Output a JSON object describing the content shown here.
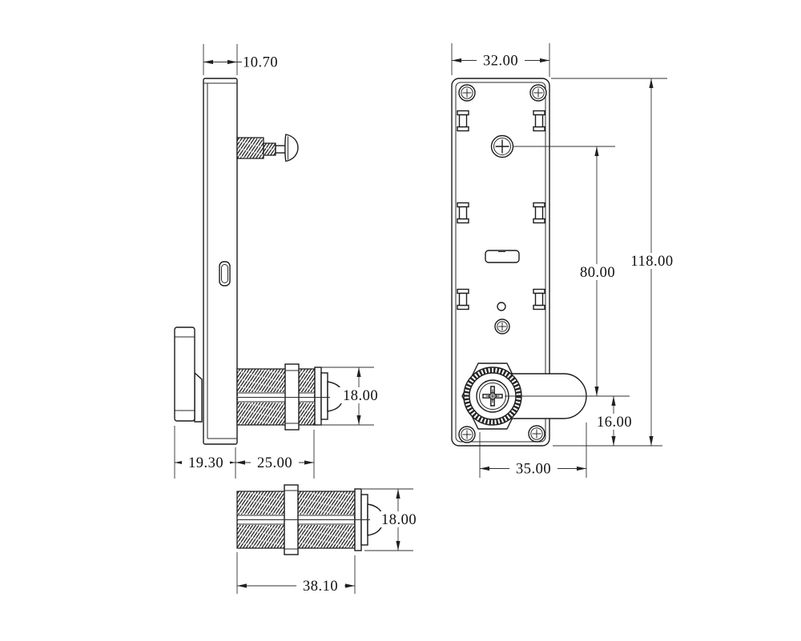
{
  "drawing": {
    "title": "cam-lock-technical-drawing",
    "dims": {
      "panel_thickness": "10.70",
      "plate_width": "32.00",
      "plate_height": "118.00",
      "screw_to_cam_center": "80.00",
      "cam_center_to_bottom": "16.00",
      "cylinder_diameter": "18.00",
      "cam_overhang": "19.30",
      "thread_length": "25.00",
      "cam_length": "35.00",
      "barrel_length": "38.10",
      "barrel_diameter": "18.00"
    }
  }
}
